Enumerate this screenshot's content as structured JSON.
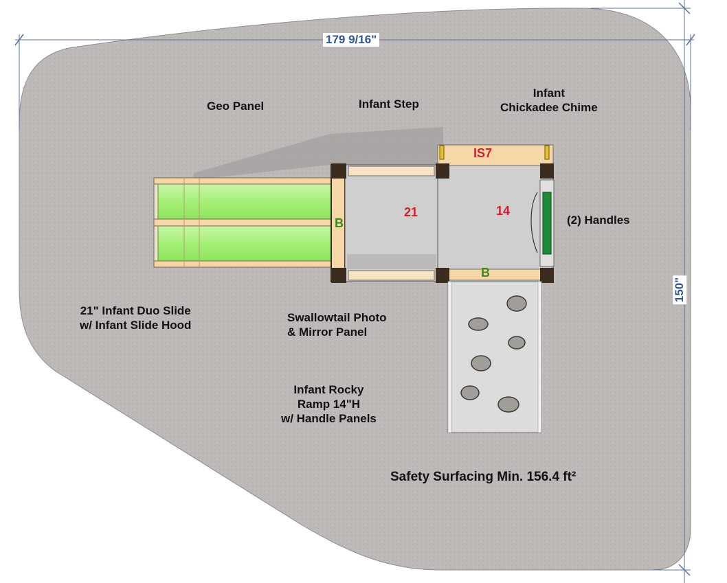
{
  "dimensions": {
    "width_label": "179 9/16\"",
    "height_label": "150\""
  },
  "labels": {
    "geo_panel": "Geo Panel",
    "infant_step": "Infant Step",
    "chime_line1": "Infant",
    "chime_line2": "Chickadee Chime",
    "handles": "(2) Handles",
    "slide_line1": "21\" Infant Duo Slide",
    "slide_line2": "w/ Infant Slide Hood",
    "photo_line1": "Swallowtail Photo",
    "photo_line2": "& Mirror Panel",
    "ramp_line1": "Infant Rocky",
    "ramp_line2": "Ramp 14\"H",
    "ramp_line3": "w/ Handle Panels",
    "surfacing": "Safety Surfacing Min. 156.4 ft²"
  },
  "deck_labels": {
    "deck_21": "21",
    "deck_14": "14",
    "step_is7": "IS7",
    "barrier_left": "B",
    "barrier_bottom": "B"
  },
  "colors": {
    "surfacing": "#bdb9b8",
    "slide": "#a8f07a",
    "wood": "#f6d7a8",
    "deck": "#cfcfcf",
    "dimension": "#2f5597",
    "deck_number": "#d21f2f",
    "barrier_letter": "#3a8a1a"
  }
}
